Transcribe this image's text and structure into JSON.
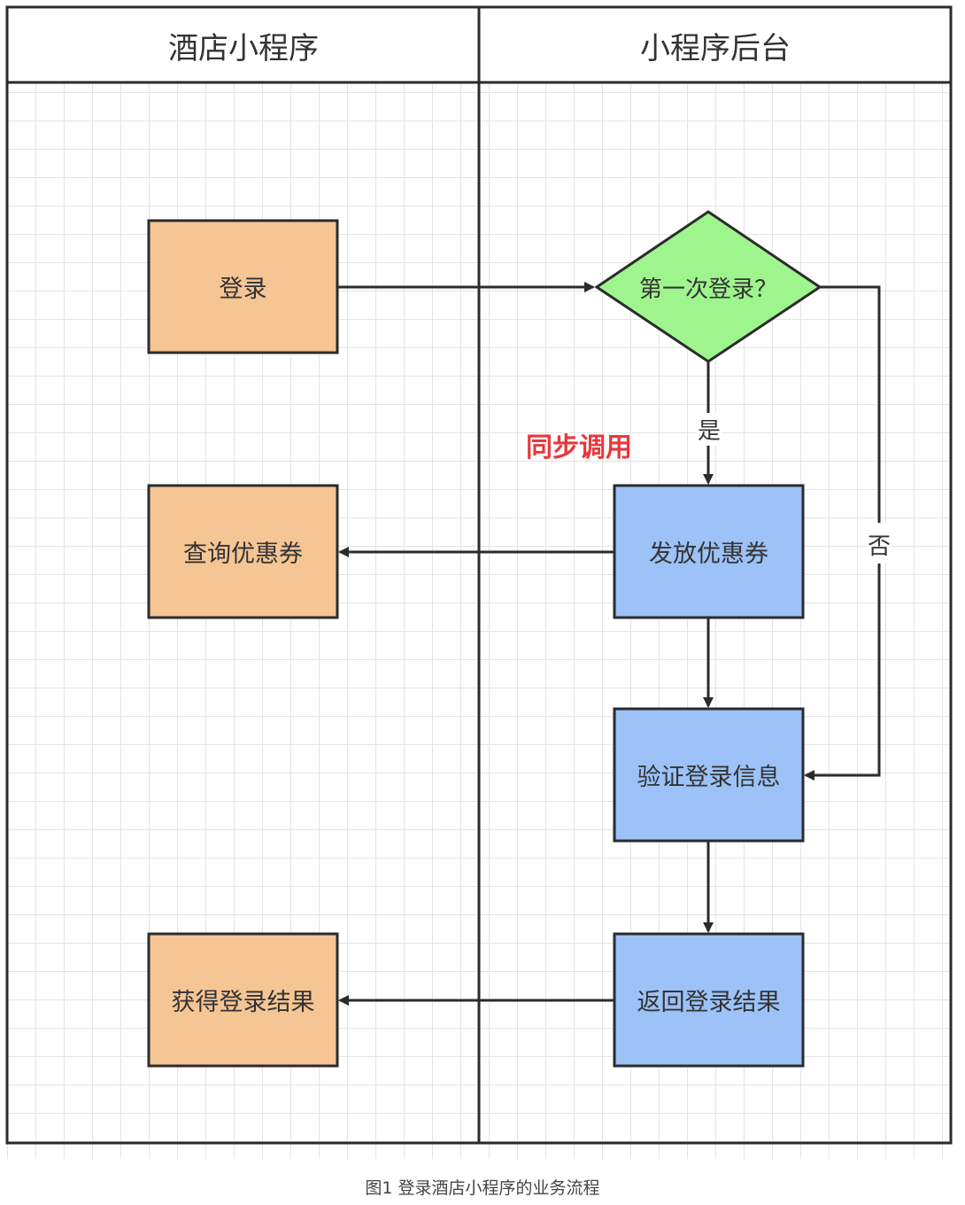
{
  "lanes": {
    "left_title": "酒店小程序",
    "right_title": "小程序后台"
  },
  "nodes": {
    "login": "登录",
    "query_coupon": "查询优惠券",
    "get_result": "获得登录结果",
    "first_login": "第一次登录？",
    "issue_coupon": "发放优惠券",
    "verify_login": "验证登录信息",
    "return_result": "返回登录结果"
  },
  "edge_labels": {
    "yes": "是",
    "no": "否"
  },
  "annotation": "同步调用",
  "caption": "图1 登录酒店小程序的业务流程",
  "colors": {
    "client_box": "#f5c594",
    "server_box": "#9cc2f7",
    "decision": "#9ff58d",
    "annotation": "#e8383d",
    "stroke": "#2b2b2b"
  }
}
